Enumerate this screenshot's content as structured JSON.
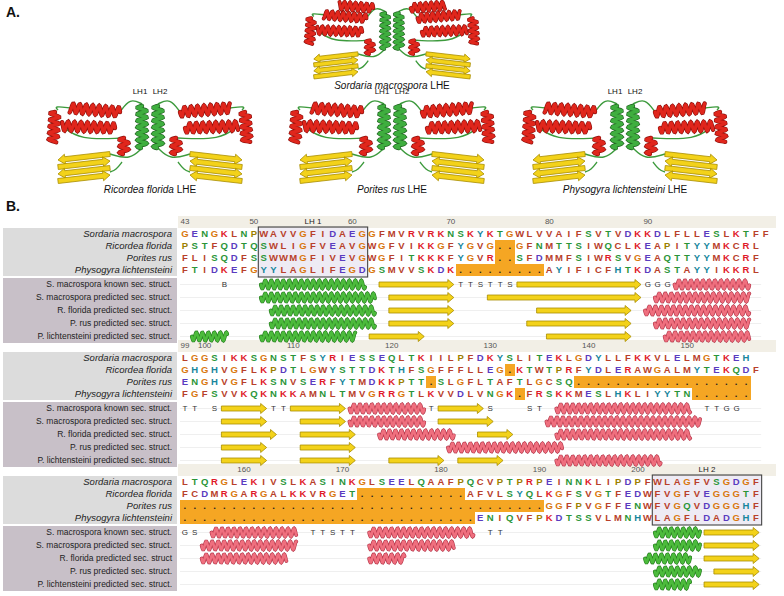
{
  "diagram": {
    "nodes": [
      {
        "text": [
          "Sordaria macrospora",
          "Ricordea florida",
          "Porites rus",
          "Physogyra lichtensteini"
        ]
      },
      {
        "text": [
          "S. macrospora known sec. struct.",
          "S. macrospora predicted sec. struct.",
          "R. florida predicted sec. struct.",
          "P. rus predicted sec. struct.",
          "P. lichtensteini predicted sec. struct."
        ]
      },
      {
        "text": [
          "Sordaria macrospora",
          "Ricordea florida",
          "Porites rus",
          "Physogyra lichtensteini"
        ]
      },
      {
        "text": [
          "S. macrospora known sec. struct.",
          "S. macrospora predicted sec. struct.",
          "R. florida predicted sec. struct.",
          "P. rus predicted sec. struct.",
          "P. lichtensteini predicted sec. struct."
        ]
      },
      {
        "text": [
          "Sordaria macrospora",
          "Ricordea florida",
          "Porites rus",
          "Physogyra lichtensteini"
        ]
      },
      {
        "text": [
          "S. macrospora known sec. struct.",
          "S. macrospora predicted sec. struct.",
          "R. florida predicted sec. struct",
          "P. rus predicted sec. struct.",
          "P. lichtensteini predicted sec. struct."
        ]
      }
    ],
    "labels": [
      "A.",
      "Sordaria macrospora LHE",
      "Ricordea florida LHE",
      "Porites rus LHE",
      "Physogyra lichtensteini LHE",
      "LH1",
      "LH2",
      "LH1",
      "LH2",
      "LH1",
      "LH2",
      "B.",
      "43",
      "50",
      "60",
      "70",
      "80",
      "90",
      "LH 1",
      "GENGKLNPWAVVGFIDAEGGFMVRVRKNSKYKTGWLVVAIFSVTVDKKDLFLLESLKTFF",
      "PSTFQDTQSWLIGFVEAVGWGFVIKKGFYGVG..GFNMTTSIWQCLKEAPITYYMKCRL",
      "FLISQDFSSWWMGFIVEVGWGFITKKKFYGVR..SFDMMFSIWRSVGEAQTTYYMKCRF",
      "FTIDKEFGYYLAGLIFEGDGSMVVSKDK.........AYIFICFHTKDASTAYYIKKRL",
      "B",
      "TTSTTS",
      "GGG",
      "99",
      "100",
      "110",
      "120",
      "130",
      "140",
      "150",
      "LGGSIKKSGNSTFSYRIESSEQLTKIILPFDKYSLITEKLGDYLLFKKVLELMGTKEH",
      "GHGHVGFLKPDTLGWYSTTDKTHFSGFFFLLEG.KTWTPRFYDLERAWGALMYTEKQDF",
      "ENGHVGFLKSNVSERFYTMDKKPTT.SLGFLTAFTLGCSQ..................",
      "FGFSVVKQKNKKAMNLTMVGRRGTLKVVDLVNGK.FRSKKMESLHKLIYYTN......",
      "TT S",
      "TT",
      "T",
      "S",
      "ST",
      "TTGG",
      "160",
      "170",
      "180",
      "190",
      "200",
      "LH 2",
      "LTQRGLEKIVSLKASINKGLSEELQAAFPQCVPTPRPEINNKLIPDPFWLAGFVSGDGF",
      "FCDMRGARGALKKVRGET...........AFVLSYQLKGFSVGTFEDWFVGFVEGGGTF",
      ".....................................GGFPVGFFENWFVGQVDGGGHF",
      "..............................ENIQVFPKDTSSVLMNHWLAGFLDADGHF",
      "GS",
      "TTSTT",
      "TT"
    ]
  }
}
